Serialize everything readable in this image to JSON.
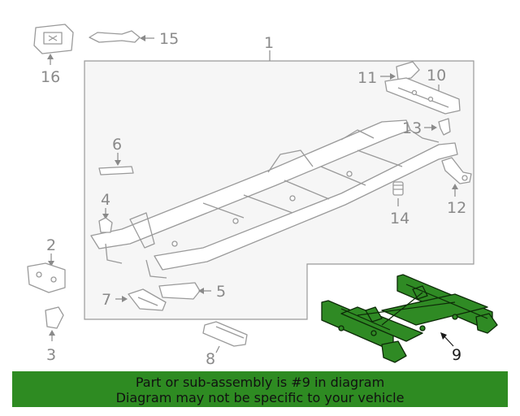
{
  "callouts": {
    "c1": "1",
    "c2": "2",
    "c3": "3",
    "c4": "4",
    "c5": "5",
    "c6": "6",
    "c7": "7",
    "c8": "8",
    "c9": "9",
    "c10": "10",
    "c11": "11",
    "c12": "12",
    "c13": "13",
    "c14": "14",
    "c15": "15",
    "c16": "16"
  },
  "banner": {
    "line1": "Part or sub-assembly is #9 in diagram",
    "line2": "Diagram may not be specific to your vehicle"
  },
  "colors": {
    "highlight": "#2f8a24",
    "banner": "#2e8b22",
    "line_art": "#9a9a9a"
  }
}
